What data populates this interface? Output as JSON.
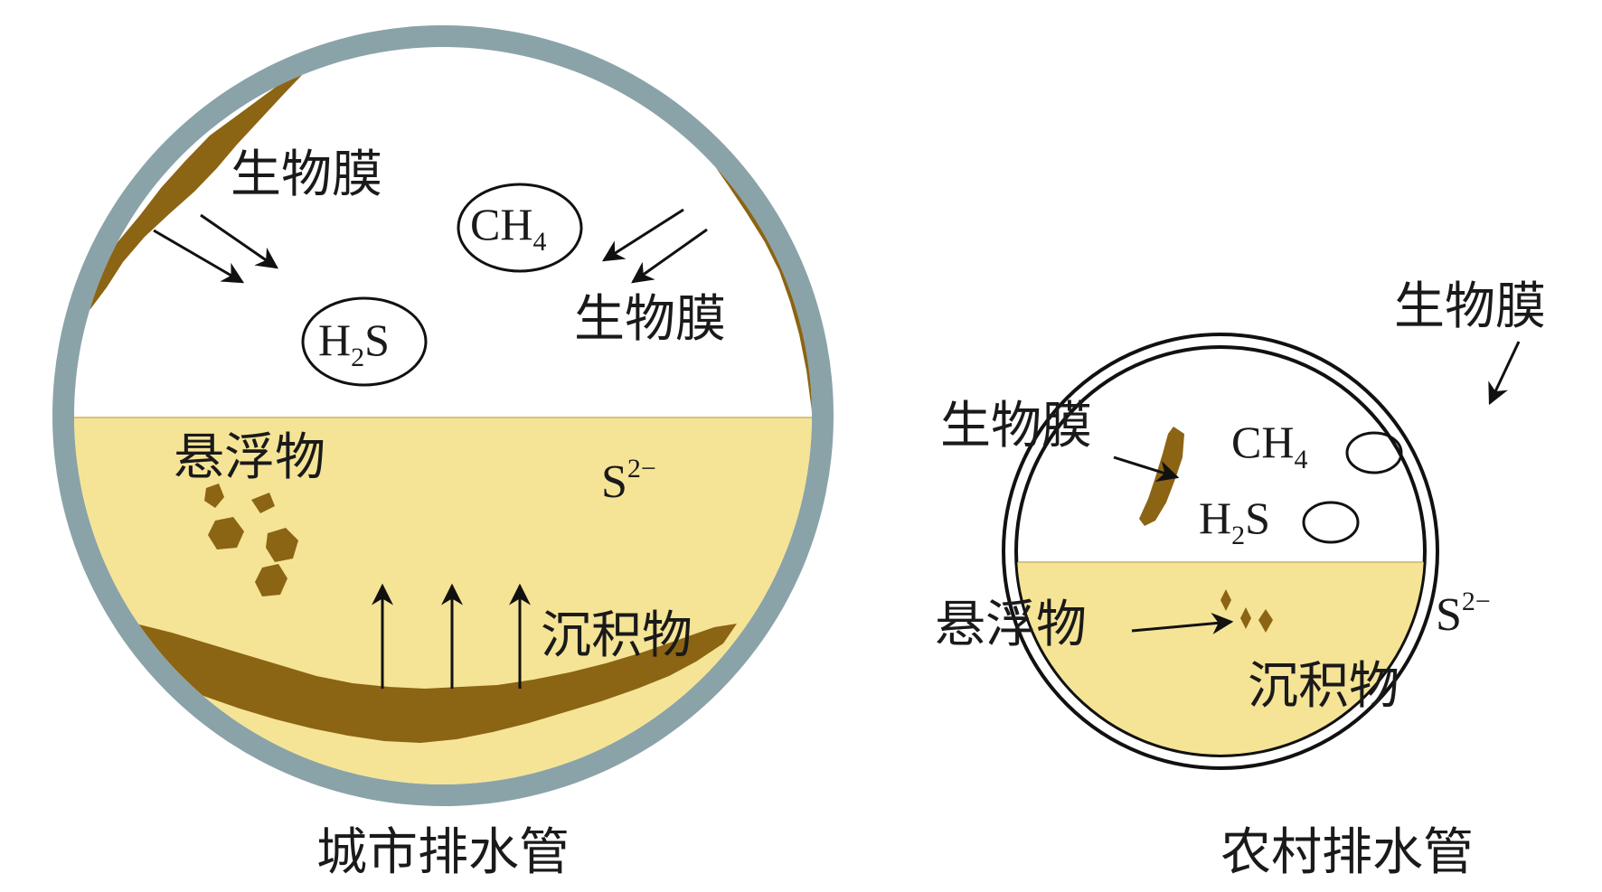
{
  "colors": {
    "pipe_wall": "#8aa3a8",
    "biofilm": "#8b6414",
    "water": "#f5e496",
    "outline": "#111111",
    "background": "#ffffff"
  },
  "urban_pipe": {
    "caption": "城市排水管",
    "biofilm_left": "生物膜",
    "biofilm_right": "生物膜",
    "gas_ch4": "CH",
    "gas_ch4_sub": "4",
    "gas_h2s_h": "H",
    "gas_h2s_sub": "2",
    "gas_h2s_s": "S",
    "suspended_matter": "悬浮物",
    "sulfide": "S",
    "sulfide_charge": "2−",
    "sediment": "沉积物"
  },
  "rural_pipe": {
    "caption": "农村排水管",
    "biofilm_top_right": "生物膜",
    "biofilm_left": "生物膜",
    "gas_ch4": "CH",
    "gas_ch4_sub": "4",
    "gas_h2s_h": "H",
    "gas_h2s_sub": "2",
    "gas_h2s_s": "S",
    "suspended_matter": "悬浮物",
    "sulfide": "S",
    "sulfide_charge": "2−",
    "sediment": "沉积物"
  }
}
